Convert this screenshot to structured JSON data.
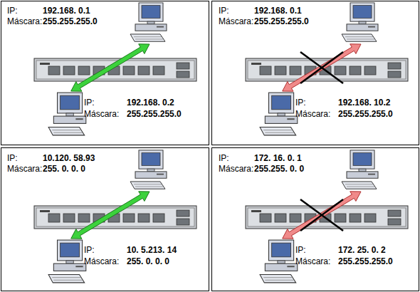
{
  "diagram": {
    "nodes": [
      {
        "text": [
          "IP:",
          "192.168. 0.1",
          "Máscara:",
          "255.255.255.0"
        ]
      },
      {
        "text": [
          "IP:",
          "192.168. 0.2",
          "Máscara:",
          "255.255.255.0"
        ]
      },
      {
        "text": [
          "IP:",
          "192.168. 0.1",
          "Máscara:",
          "255.255.255.0"
        ]
      },
      {
        "text": [
          "IP:",
          "192.168. 10.2",
          "Máscara:",
          "255.255.255.0"
        ]
      },
      {
        "text": [
          "IP:",
          "10.120. 58.93",
          "Máscara:",
          "255. 0. 0. 0"
        ]
      },
      {
        "text": [
          "IP:",
          "10. 5.213. 14",
          "Máscara:",
          "255. 0. 0. 0"
        ]
      },
      {
        "text": [
          "IP:",
          "172. 16. 0. 1",
          "Máscara:",
          "255.255. 0. 0"
        ]
      },
      {
        "text": [
          "IP:",
          "172. 25. 0. 2",
          "Máscara:",
          "255.255.255.0"
        ]
      }
    ],
    "edges": [
      {
        "from": 0,
        "to": 1,
        "arrow": "both"
      },
      {
        "from": 2,
        "to": 3,
        "arrow": "both"
      },
      {
        "from": 4,
        "to": 5,
        "arrow": "both"
      },
      {
        "from": 6,
        "to": 7,
        "arrow": "both"
      }
    ]
  }
}
